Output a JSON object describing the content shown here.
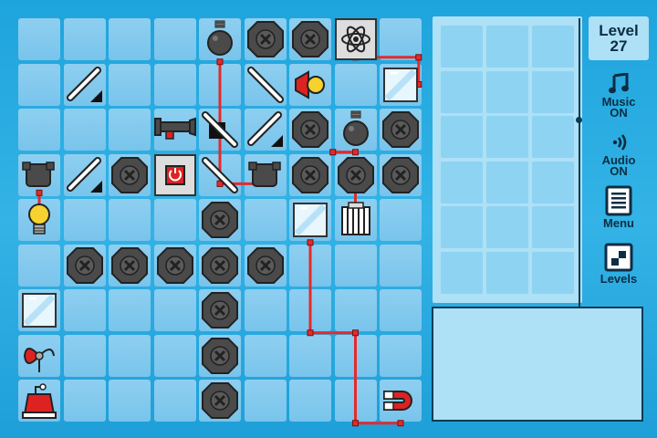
{
  "level": {
    "label": "Level",
    "number": "27"
  },
  "sidebar": {
    "music": {
      "line1": "Music",
      "line2": "ON",
      "icon": "music-note-icon"
    },
    "audio": {
      "line1": "Audio",
      "line2": "ON",
      "icon": "speaker-icon"
    },
    "menu": {
      "label": "Menu",
      "icon": "menu-page-icon"
    },
    "levels": {
      "label": "Levels",
      "icon": "levels-grid-icon"
    }
  },
  "board": {
    "columns": 9,
    "rows": 9
  },
  "inventory": {
    "columns": 3,
    "rows": 6
  },
  "colors": {
    "wire": "#e52a2a",
    "block": "#4a4a4a",
    "background": "#23a8de",
    "cell": "#86cbee"
  },
  "pieces": [
    {
      "type": "bomb",
      "col": 4,
      "row": 0
    },
    {
      "type": "block",
      "col": 5,
      "row": 0
    },
    {
      "type": "block",
      "col": 6,
      "row": 0
    },
    {
      "type": "atom",
      "col": 7,
      "row": 0
    },
    {
      "type": "mirror",
      "col": 1,
      "row": 1,
      "dir": "up"
    },
    {
      "type": "mirror",
      "col": 5,
      "row": 1,
      "dir": "down"
    },
    {
      "type": "laser",
      "col": 6,
      "row": 1
    },
    {
      "type": "ice",
      "col": 8,
      "row": 1
    },
    {
      "type": "cannon",
      "col": 3,
      "row": 2
    },
    {
      "type": "mirror",
      "col": 4,
      "row": 2,
      "dir": "down"
    },
    {
      "type": "mirror",
      "col": 5,
      "row": 2,
      "dir": "up"
    },
    {
      "type": "block",
      "col": 6,
      "row": 2
    },
    {
      "type": "bomb",
      "col": 7,
      "row": 2
    },
    {
      "type": "block",
      "col": 8,
      "row": 2
    },
    {
      "type": "hook",
      "col": 0,
      "row": 3
    },
    {
      "type": "mirror",
      "col": 1,
      "row": 3,
      "dir": "up"
    },
    {
      "type": "block",
      "col": 2,
      "row": 3
    },
    {
      "type": "power",
      "col": 3,
      "row": 3
    },
    {
      "type": "mirror",
      "col": 4,
      "row": 3,
      "dir": "down"
    },
    {
      "type": "hook",
      "col": 5,
      "row": 3
    },
    {
      "type": "block",
      "col": 6,
      "row": 3
    },
    {
      "type": "block",
      "col": 7,
      "row": 3
    },
    {
      "type": "block",
      "col": 8,
      "row": 3
    },
    {
      "type": "bulb",
      "col": 0,
      "row": 4
    },
    {
      "type": "block",
      "col": 4,
      "row": 4
    },
    {
      "type": "ice",
      "col": 6,
      "row": 4
    },
    {
      "type": "cage",
      "col": 7,
      "row": 4
    },
    {
      "type": "block",
      "col": 1,
      "row": 5
    },
    {
      "type": "block",
      "col": 2,
      "row": 5
    },
    {
      "type": "block",
      "col": 3,
      "row": 5
    },
    {
      "type": "block",
      "col": 4,
      "row": 5
    },
    {
      "type": "block",
      "col": 5,
      "row": 5
    },
    {
      "type": "ice",
      "col": 0,
      "row": 6
    },
    {
      "type": "block",
      "col": 4,
      "row": 6
    },
    {
      "type": "fan",
      "col": 0,
      "row": 7
    },
    {
      "type": "block",
      "col": 4,
      "row": 7
    },
    {
      "type": "block",
      "col": 4,
      "row": 8
    },
    {
      "type": "burner",
      "col": 0,
      "row": 8
    },
    {
      "type": "magnet",
      "col": 8,
      "row": 8
    }
  ],
  "wires": [
    [
      [
        4,
        0.5
      ],
      [
        4,
        3.2
      ],
      [
        5,
        3.2
      ]
    ],
    [
      [
        7,
        0.4
      ],
      [
        8.4,
        0.4
      ],
      [
        8.4,
        1
      ]
    ],
    [
      [
        6.5,
        2.5
      ],
      [
        7,
        2.5
      ]
    ],
    [
      [
        7,
        2.7
      ],
      [
        7,
        4
      ]
    ],
    [
      [
        0,
        3.4
      ],
      [
        0,
        4
      ]
    ],
    [
      [
        3,
        2.7
      ],
      [
        3,
        3
      ]
    ],
    [
      [
        6,
        4.5
      ],
      [
        6,
        6.5
      ],
      [
        7,
        6.5
      ],
      [
        7,
        8.5
      ],
      [
        8,
        8.5
      ]
    ]
  ]
}
